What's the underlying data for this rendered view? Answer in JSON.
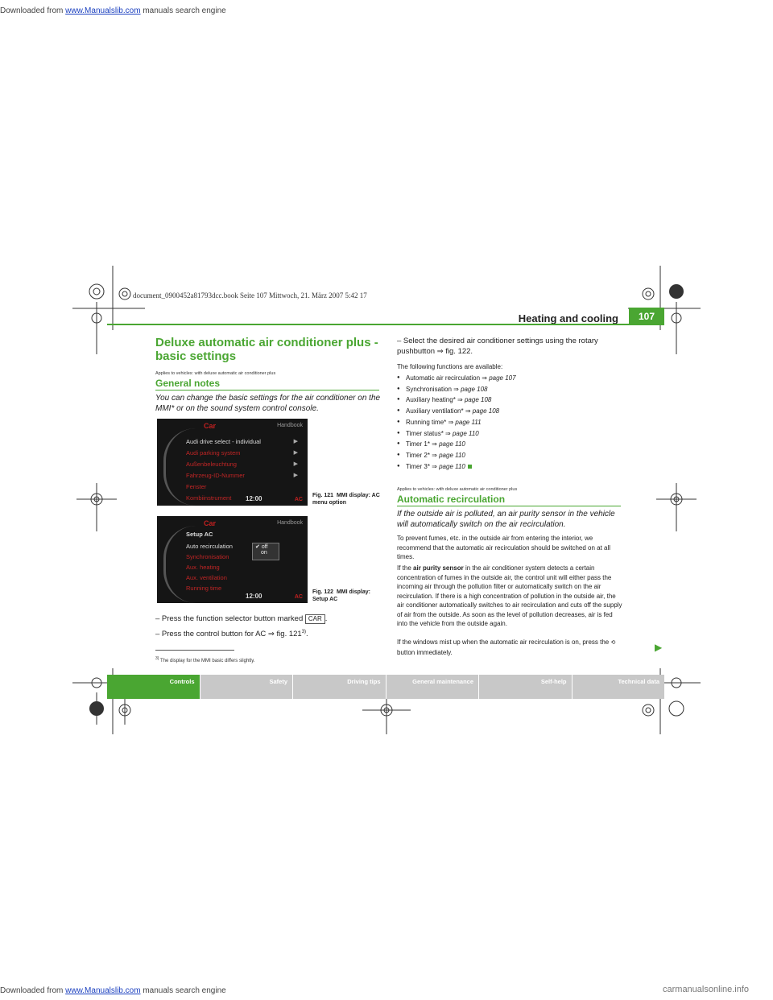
{
  "top_banner": {
    "prefix": "Downloaded from",
    "link": "www.Manualslib.com",
    "suffix": "manuals search engine"
  },
  "file_mark": "document_0900452a81793dcc.book  Seite 107  Mittwoch, 21. März 2007  5:42 17",
  "header": {
    "title": "Heating and cooling",
    "page": "107"
  },
  "left": {
    "title": "Deluxe automatic air conditioner plus - basic settings",
    "applies": "Applies to vehicles: with deluxe automatic air conditioner plus",
    "section": "General notes",
    "intro": "You can change the basic settings for the air conditioner on the MMI* or on the sound system control console.",
    "fig121": {
      "head": "Car",
      "handbook": "Handbook",
      "items": [
        "Audi drive select - individual",
        "Audi parking system",
        "Außenbeleuchtung",
        "Fahrzeug-ID-Nummer",
        "Fenster",
        "Kombiinstrument"
      ],
      "time": "12:00",
      "ac": "AC",
      "caption_no": "Fig. 121",
      "caption": "MMI display: AC menu option"
    },
    "fig122": {
      "head": "Car",
      "handbook": "Handbook",
      "menu": "Setup AC",
      "items": [
        "Auto recirculation",
        "Synchronisation",
        "Aux. heating",
        "Aux. ventilation",
        "Running time"
      ],
      "opt_off": "off",
      "opt_on": "on",
      "time": "12:00",
      "ac": "AC",
      "caption_no": "Fig. 122",
      "caption": "MMI display: Setup AC"
    },
    "step1_a": "– Press the function selector button marked",
    "step1_btn": "CAR",
    "step1_b": ".",
    "step2": "– Press the control button for AC ⇒ fig. 121",
    "step2_sup": "3)",
    "step2_end": ".",
    "footnote_no": "3)",
    "footnote": "The display for the MMI basic differs slightly."
  },
  "right": {
    "step3": "– Select the desired air conditioner settings using the rotary pushbutton ⇒ fig. 122.",
    "functions_head": "The following functions are available:",
    "functions": [
      {
        "name": "Automatic air recirculation ⇒",
        "ref": "page 107"
      },
      {
        "name": "Synchronisation ⇒",
        "ref": "page 108"
      },
      {
        "name": "Auxiliary heating* ⇒",
        "ref": "page 108"
      },
      {
        "name": "Auxiliary ventilation* ⇒",
        "ref": "page 108"
      },
      {
        "name": "Running time* ⇒",
        "ref": "page 111"
      },
      {
        "name": "Timer status* ⇒",
        "ref": "page 110"
      },
      {
        "name": "Timer 1* ⇒",
        "ref": "page 110"
      },
      {
        "name": "Timer 2* ⇒",
        "ref": "page 110"
      },
      {
        "name": "Timer 3* ⇒",
        "ref": "page 110"
      }
    ],
    "applies": "Applies to vehicles: with deluxe automatic air conditioner plus",
    "section": "Automatic recirculation",
    "intro": "If the outside air is polluted, an air purity sensor in the vehicle will automatically switch on the air recirculation.",
    "para1": "To prevent fumes, etc. in the outside air from entering the interior, we recommend that the automatic air recirculation should be switched on at all times.",
    "para2_a": "If the",
    "para2_bold": "air purity sensor",
    "para2_b": "in the air conditioner system detects a certain concentration of fumes in the outside air, the control unit will either pass the incoming air through the pollution filter or automatically switch on the air recirculation. If there is a high concentration of pollution in the outside air, the air conditioner automatically switches to air recirculation and cuts off the supply of air from the outside. As soon as the level of pollution decreases, air is fed into the vehicle from the outside again.",
    "para3_a": "If the windows mist up when the automatic air recirculation is on, press the",
    "para3_b": "button immediately."
  },
  "tabs": [
    "Controls",
    "Safety",
    "Driving tips",
    "General maintenance",
    "Self-help",
    "Technical data"
  ],
  "active_tab": "Controls",
  "bottom_banner": {
    "prefix": "Downloaded from",
    "link": "www.Manualslib.com",
    "suffix": "manuals search engine"
  },
  "watermark": "carmanualsonline.info"
}
